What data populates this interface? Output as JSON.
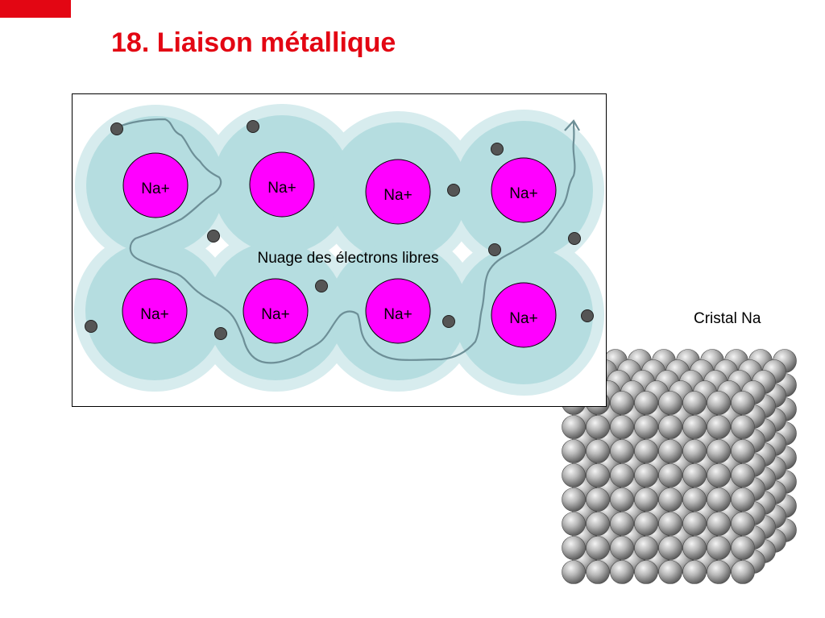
{
  "slide": {
    "title": "18. Liaison métallique",
    "accent_color": "#e30613"
  },
  "diagram": {
    "ions": [
      {
        "label": "Na+"
      },
      {
        "label": "Na+"
      },
      {
        "label": "Na+"
      },
      {
        "label": "Na+"
      },
      {
        "label": "Na+"
      },
      {
        "label": "Na+"
      },
      {
        "label": "Na+"
      },
      {
        "label": "Na+"
      }
    ],
    "electron_cloud_label": "Nuage des électrons libres",
    "ion_color": "#ff00ff",
    "cloud_color": "#b5dde0",
    "electron_color": "#555555"
  },
  "crystal": {
    "label": "Cristal Na",
    "sphere_color": "#9a9a9a"
  }
}
